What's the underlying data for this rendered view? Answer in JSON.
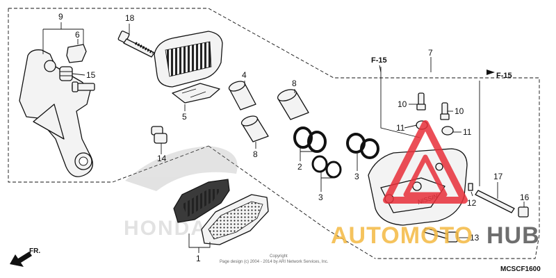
{
  "diagram": {
    "callouts": [
      "9",
      "6",
      "15",
      "18",
      "4",
      "8",
      "5",
      "14",
      "8",
      "2",
      "3",
      "3",
      "7",
      "10",
      "10",
      "11",
      "11",
      "17",
      "12",
      "16",
      "13",
      "1"
    ],
    "references": [
      "F-15",
      "F-15"
    ],
    "direction": "FR.",
    "copyright": [
      "Copyright",
      "Page design (c) 2004 - 2014 by ARI Network Services, Inc."
    ],
    "diagram_code": "MCSCF1600",
    "background_logo": "HONDA",
    "watermark": {
      "text_a": "AUTOMOTO",
      "text_b": "HUB",
      "color_a": "#f4b942",
      "color_b": "#555555",
      "triangle_color": "#e8303a"
    }
  }
}
